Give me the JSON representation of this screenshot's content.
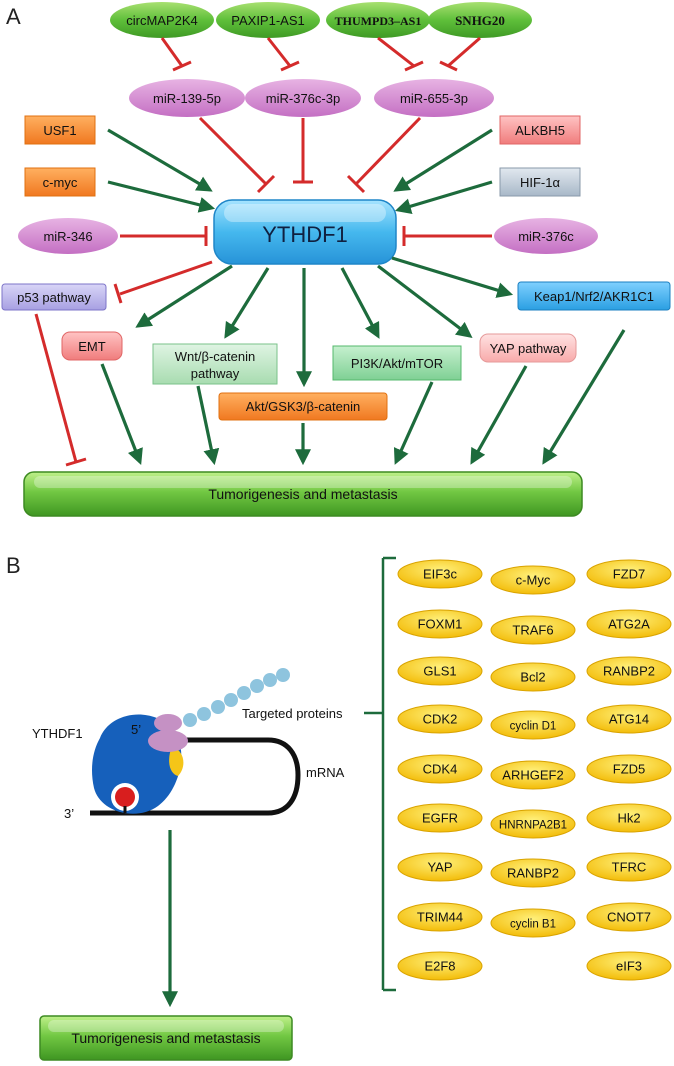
{
  "panel_a": {
    "label": "A",
    "lncrnas": [
      "circMAP2K4",
      "PAXIP1-AS1",
      "THUMPD3–AS1",
      "SNHG20"
    ],
    "mirnas_top": [
      "miR-139-5p",
      "miR-376c-3p",
      "miR-655-3p"
    ],
    "left_activators": [
      "USF1",
      "c-myc"
    ],
    "right_activators": [
      "ALKBH5",
      "HIF-1α"
    ],
    "left_inhibitor": "miR-346",
    "right_inhibitor": "miR-376c",
    "center": "YTHDF1",
    "downstream": {
      "p53": "p53 pathway",
      "emt": "EMT",
      "wnt_line1": "Wnt/β-catenin",
      "wnt_line2": "pathway",
      "akt_gsk3": "Akt/GSK3/β-catenin",
      "pi3k": "PI3K/Akt/mTOR",
      "yap": "YAP pathway",
      "keap1": "Keap1/Nrf2/AKR1C1"
    },
    "outcome": "Tumorigenesis and metastasis"
  },
  "panel_b": {
    "label": "B",
    "reader_label": "YTHDF1",
    "five_prime": "5’",
    "three_prime": "3’",
    "mrna_label": "mRNA",
    "targeted_label": "Targeted proteins",
    "proteins": [
      [
        "EIF3c",
        "c-Myc",
        "FZD7"
      ],
      [
        "FOXM1",
        "TRAF6",
        "ATG2A"
      ],
      [
        "GLS1",
        "Bcl2",
        "RANBP2"
      ],
      [
        "CDK2",
        "cyclin D1",
        "ATG14"
      ],
      [
        "CDK4",
        "ARHGEF2",
        "FZD5"
      ],
      [
        "EGFR",
        "HNRNPA2B1",
        "Hk2"
      ],
      [
        "YAP",
        "RANBP2",
        "TFRC"
      ],
      [
        "TRIM44",
        "cyclin B1",
        "CNOT7"
      ],
      [
        "E2F8",
        "eIF3"
      ]
    ],
    "outcome": "Tumorigenesis and metastasis"
  }
}
